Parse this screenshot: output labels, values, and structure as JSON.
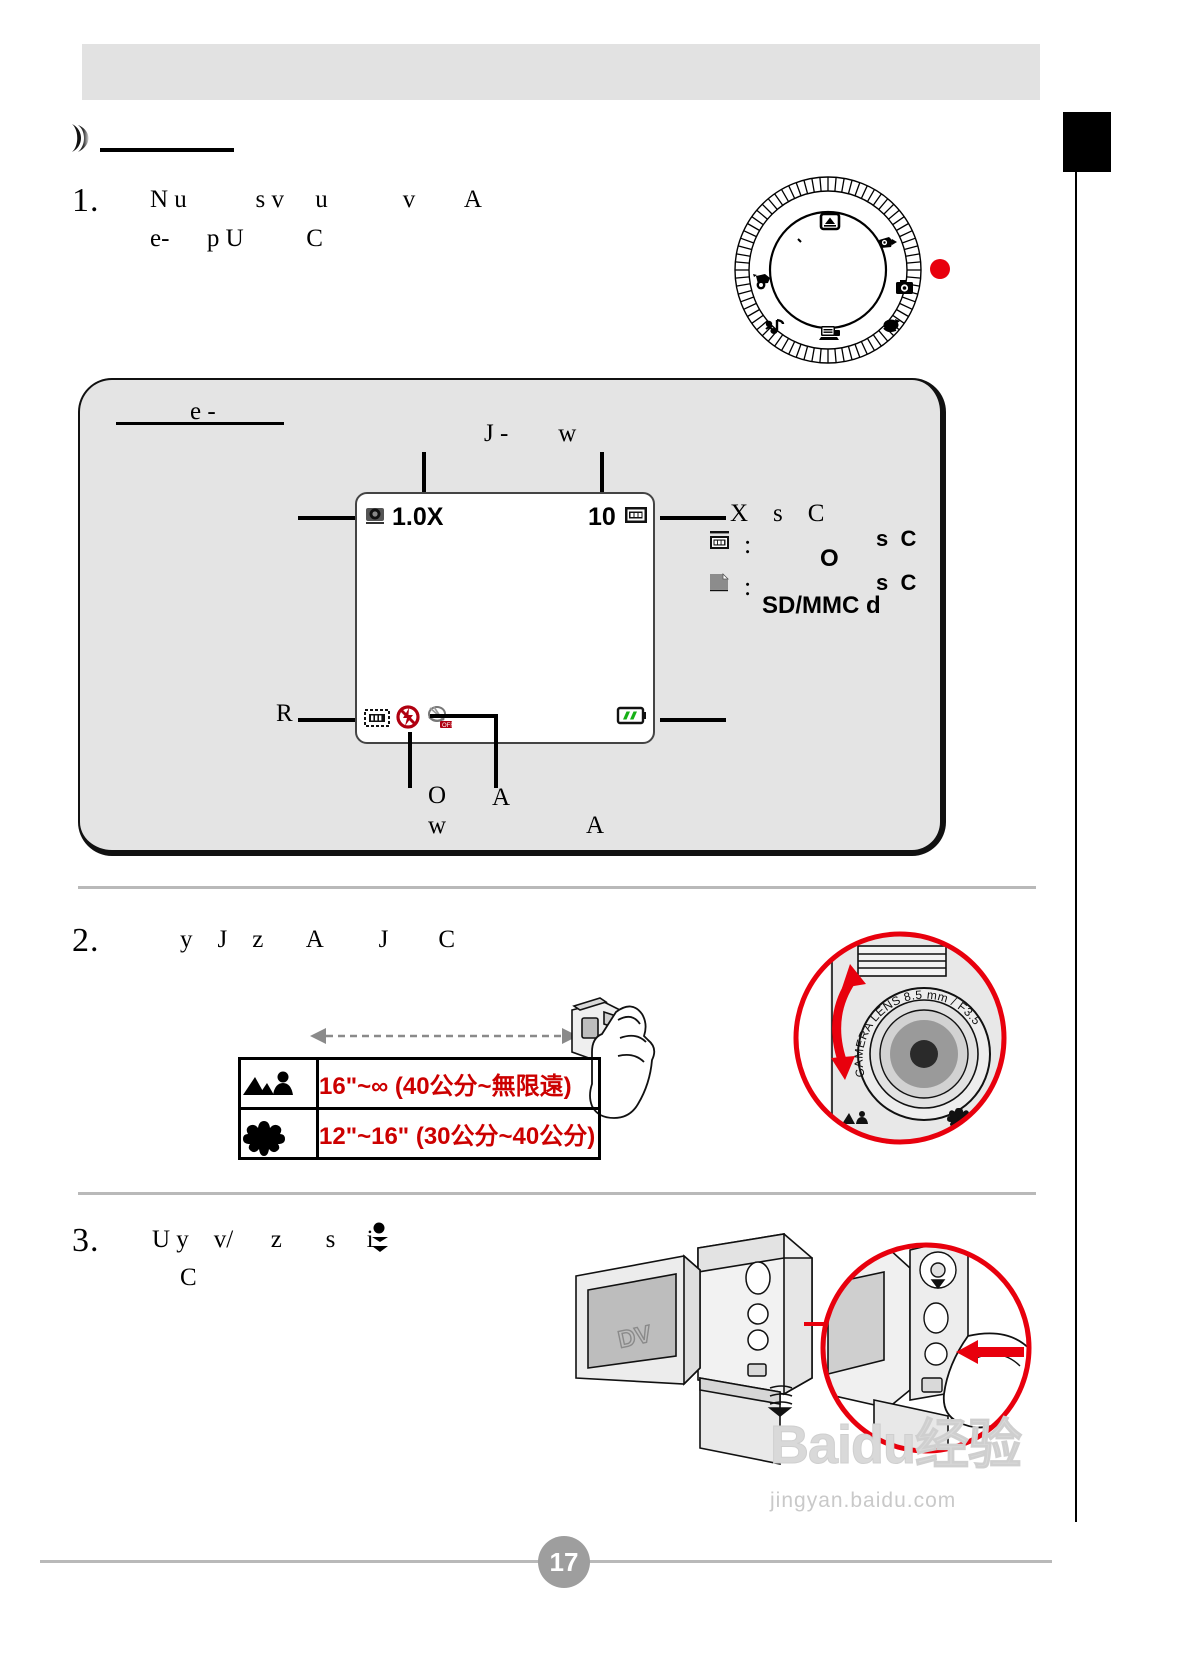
{
  "document": {
    "page_number": "17",
    "header_band": "",
    "section_marker_label": "section-marker"
  },
  "steps": [
    {
      "number": "1.",
      "line1": "N u           s v     u            v        A",
      "line2": "e-      p U          C"
    },
    {
      "number": "2.",
      "line1": "y    J    z       A         J        C"
    },
    {
      "number": "3.",
      "line1": "U y    v/      z       s     i",
      "line2": "C"
    }
  ],
  "lcd_diagram": {
    "top_left_label": "e -",
    "top_center_label": "J -        w",
    "left_label": "R",
    "zoom_value": "1.0X",
    "shots_remaining": "10",
    "bottom_labels": {
      "center_left": "O",
      "center_left2": "w",
      "center_right": "A",
      "center_right2": "A"
    },
    "right_column": {
      "line1": "X    s    C",
      "line2_icon": "memory-card-icon",
      "line2": ":",
      "line2_tail": "s  C",
      "line3": "O",
      "line4_icon": "file-icon",
      "line4": ":",
      "line4_tail": "s  C",
      "line5": "SD/MMC d"
    },
    "icons": {
      "zoom": "zoom-lens-icon",
      "card": "storage-card-icon",
      "sd": "sd-card-icon",
      "flash_off": "flash-off-icon",
      "voice_off": "voice-record-off-icon",
      "battery": "battery-full-icon"
    }
  },
  "mode_dial": {
    "name": "mode-dial",
    "positions": [
      {
        "id": "playback",
        "icon": "playback-icon",
        "angle": -90
      },
      {
        "id": "video",
        "icon": "video-camera-icon",
        "angle": -38
      },
      {
        "id": "photo",
        "icon": "still-camera-icon",
        "angle": 8
      },
      {
        "id": "voice",
        "icon": "voice-recorder-icon",
        "angle": 52
      },
      {
        "id": "pc-cam",
        "icon": "pc-camera-icon",
        "angle": 95
      },
      {
        "id": "mp3",
        "icon": "mp3-player-icon",
        "angle": 140
      },
      {
        "id": "setup",
        "icon": "setup-icon",
        "angle": 182
      }
    ],
    "indicator_color": "#e8000d"
  },
  "distance_table": {
    "rows": [
      {
        "icon": "landscape-portrait-icon",
        "value": "16\"~∞ (40公分~無限遠)"
      },
      {
        "icon": "macro-flower-icon",
        "value": "12\"~16\" (30公分~40公分)"
      }
    ],
    "value_color": "#cc0000"
  },
  "lens_callout": {
    "label": "CAMERA LENS 8.5 mm / F3.5",
    "circle_color": "#e8000d",
    "arrow_color": "#e8000d",
    "switch_icons": [
      "landscape-portrait-icon",
      "macro-flower-icon"
    ]
  },
  "camera_illustration": {
    "body_label": "DV",
    "callout_circle_color": "#e8000d",
    "arrow_color": "#e8000d"
  },
  "watermark": {
    "main": "Baidu经验",
    "sub": "jingyan.baidu.com"
  }
}
